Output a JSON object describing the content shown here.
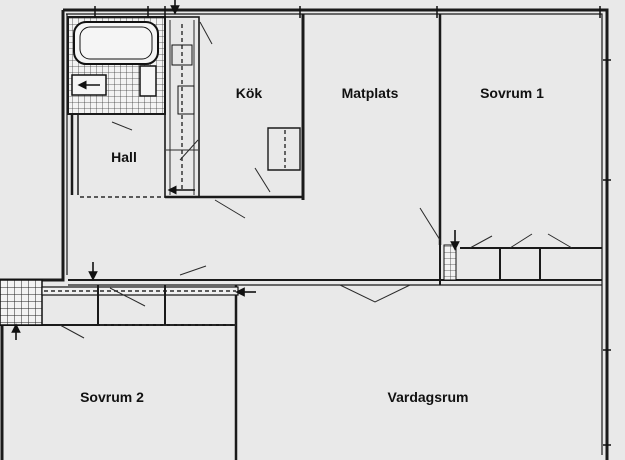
{
  "plan": {
    "rooms": [
      {
        "id": "kok",
        "label": "Kök"
      },
      {
        "id": "matplats",
        "label": "Matplats"
      },
      {
        "id": "sovrum1",
        "label": "Sovrum 1"
      },
      {
        "id": "hall",
        "label": "Hall"
      },
      {
        "id": "sovrum2",
        "label": "Sovrum 2"
      },
      {
        "id": "vardagsrum",
        "label": "Vardagsrum"
      }
    ],
    "colors": {
      "background": "#e9e9e9",
      "walls": "#1a1a1a",
      "tiles": "#3a3a3a"
    },
    "icons": [
      "entry-arrow-icon",
      "door-swing-icon",
      "bathtub-icon",
      "tile-grid-icon"
    ]
  }
}
